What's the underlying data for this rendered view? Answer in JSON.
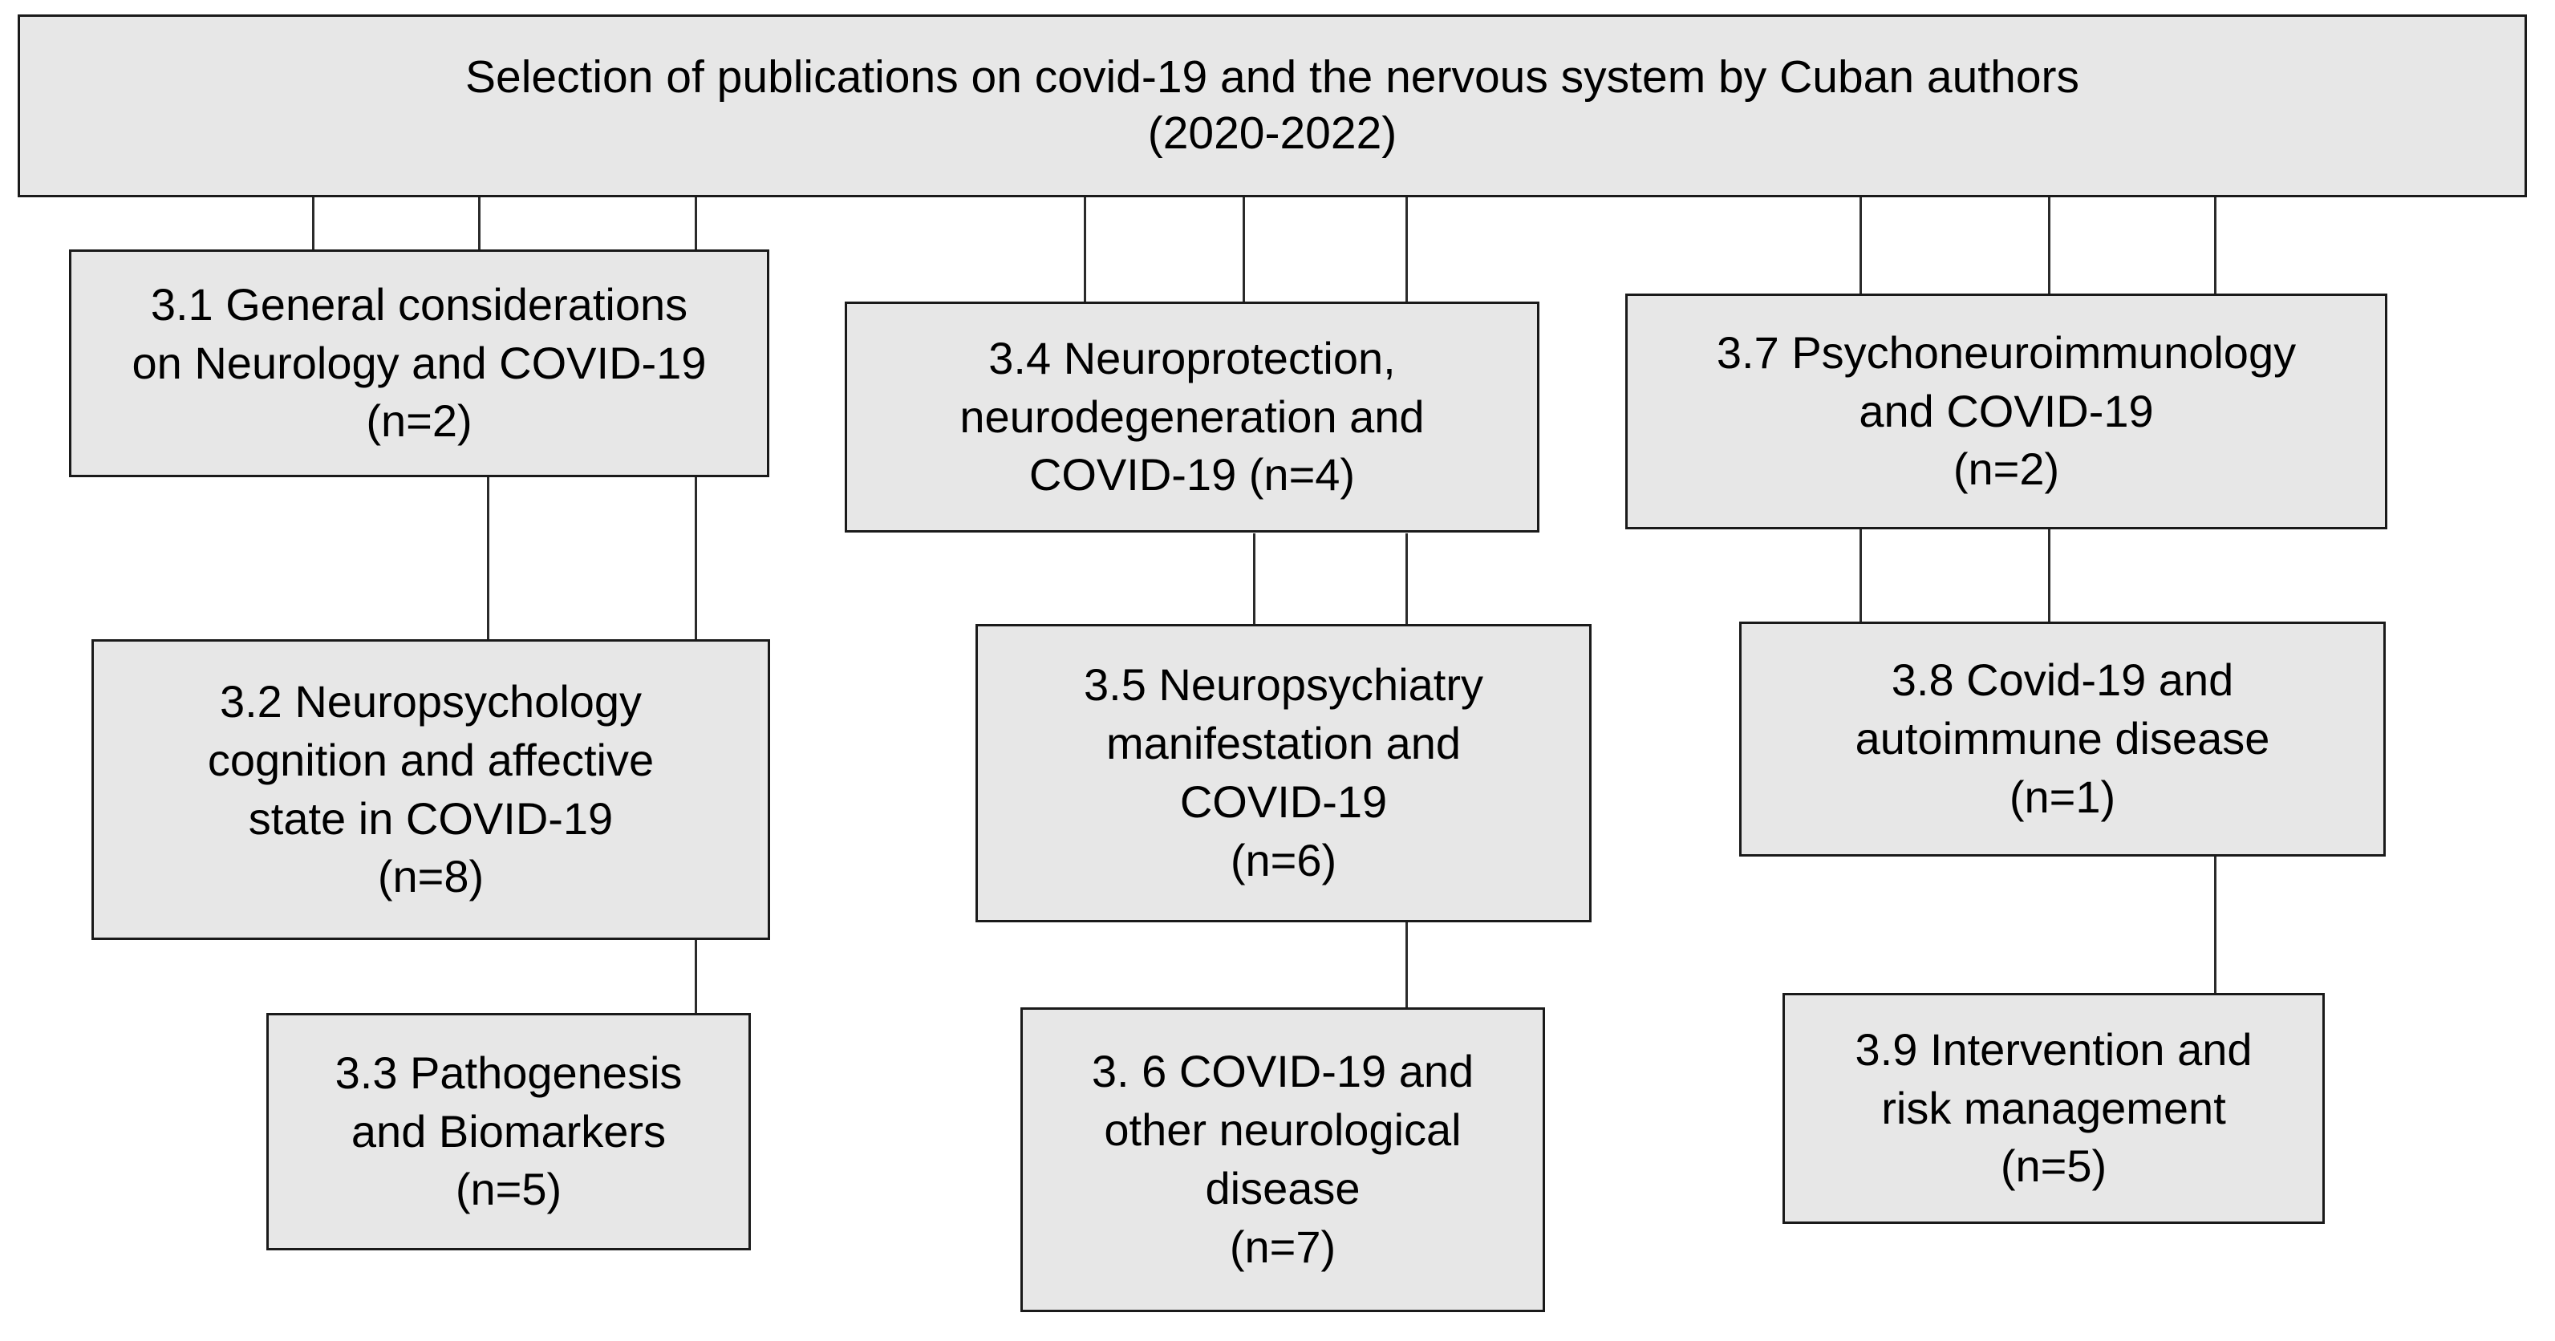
{
  "diagram": {
    "title_box": {
      "label": "Selection of publications on covid-19 and the nervous system by Cuban authors\n(2020-2022)"
    },
    "nodes": [
      {
        "id": "3.1",
        "label": "3.1 General considerations\non Neurology and COVID-19\n(n=2)",
        "count": 2
      },
      {
        "id": "3.2",
        "label": "3.2 Neuropsychology\ncognition and affective\nstate in COVID-19\n(n=8)",
        "count": 8
      },
      {
        "id": "3.3",
        "label": "3.3 Pathogenesis\nand Biomarkers\n(n=5)",
        "count": 5
      },
      {
        "id": "3.4",
        "label": "3.4 Neuroprotection,\nneurodegeneration and\nCOVID-19 (n=4)",
        "count": 4
      },
      {
        "id": "3.5",
        "label": "3.5 Neuropsychiatry\nmanifestation and\nCOVID-19\n(n=6)",
        "count": 6
      },
      {
        "id": "3.6",
        "label": "3. 6 COVID-19 and\nother neurological\ndisease\n(n=7)",
        "count": 7
      },
      {
        "id": "3.7",
        "label": "3.7 Psychoneuroimmunology\nand COVID-19\n(n=2)",
        "count": 2
      },
      {
        "id": "3.8",
        "label": "3.8 Covid-19 and\nautoimmune disease\n(n=1)",
        "count": 1
      },
      {
        "id": "3.9",
        "label": "3.9 Intervention and\nrisk management\n(n=5)",
        "count": 5
      }
    ],
    "colors": {
      "node_fill": "#e7e7e7",
      "node_border": "#1a1a1a",
      "connector": "#2b2b2b",
      "background": "#ffffff",
      "text": "#000000"
    }
  }
}
